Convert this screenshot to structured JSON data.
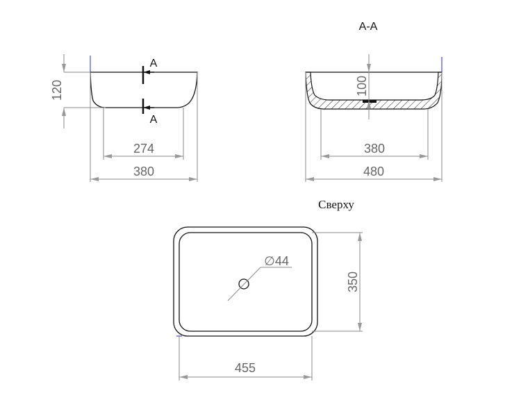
{
  "side_view": {
    "section_mark_top": "A",
    "section_mark_bottom": "A",
    "height_dim": "120",
    "bottom_width_dim": "274",
    "top_width_dim": "380"
  },
  "section_view": {
    "title": "A-A",
    "depth_dim": "100",
    "bottom_width_dim": "380",
    "top_width_dim": "480"
  },
  "top_view": {
    "title": "Сверху",
    "drain_dim": "∅44",
    "depth_dim": "350",
    "width_dim": "455"
  },
  "colors": {
    "outline": "#111111",
    "dimension": "#888888",
    "marker": "#2a2ab0"
  }
}
